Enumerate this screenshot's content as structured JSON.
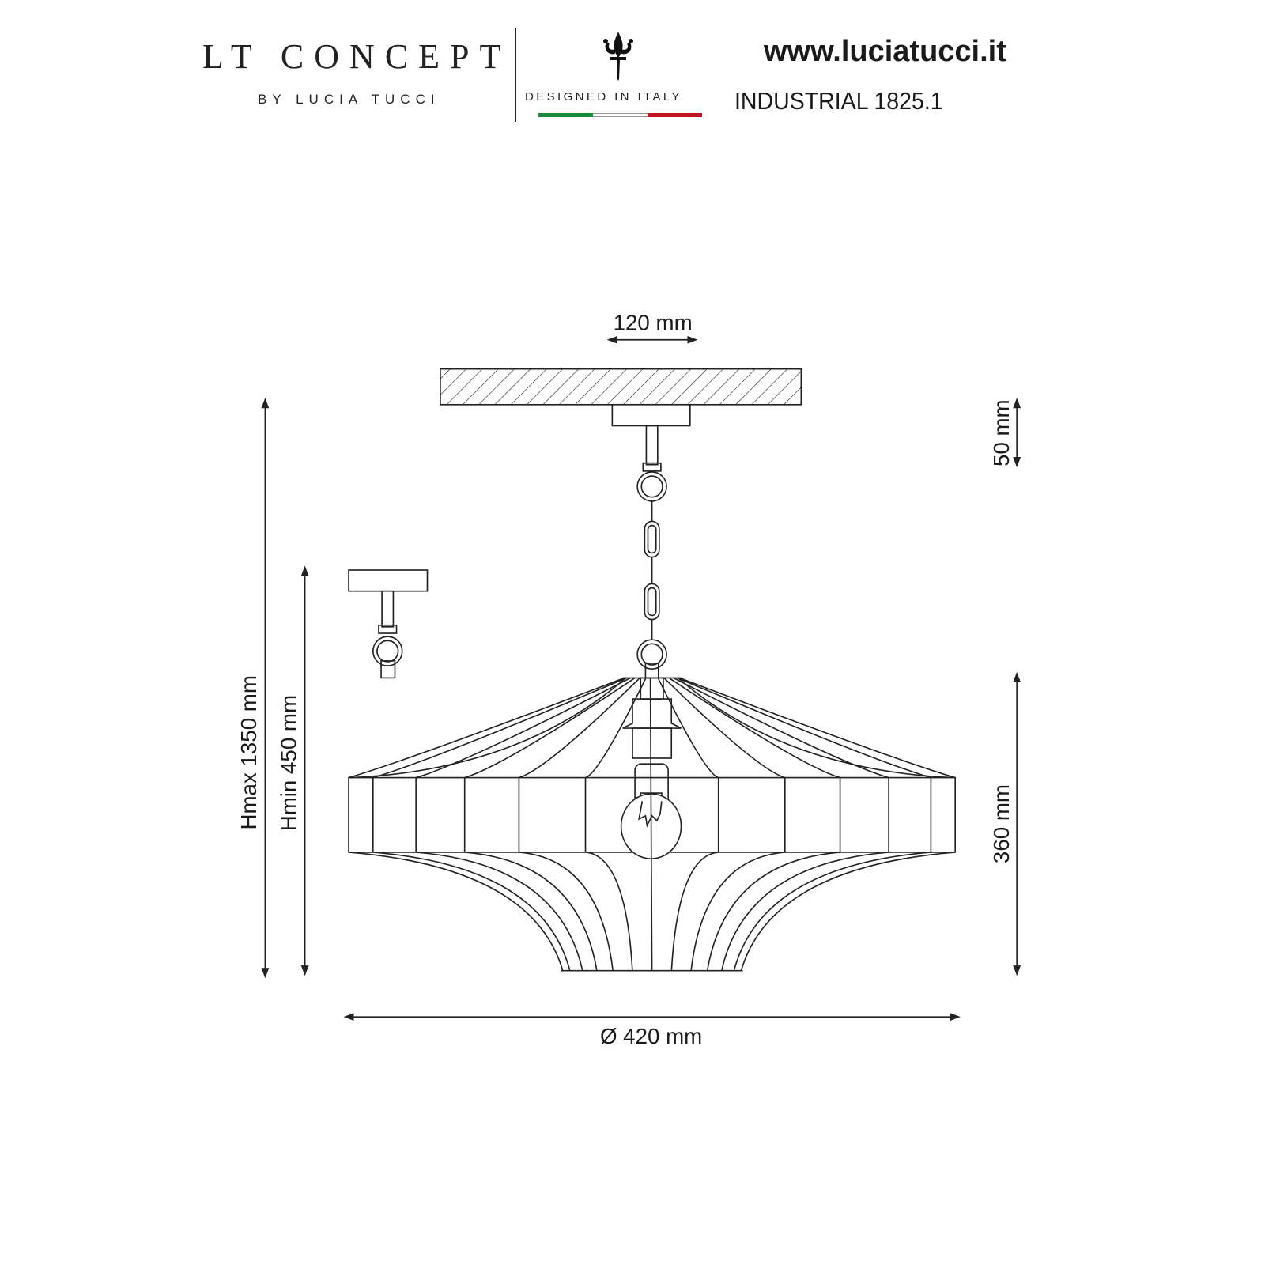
{
  "header": {
    "brand": "LT CONCEPT",
    "byline": "BY LUCIA TUCCI",
    "designed": "DESIGNED IN ITALY",
    "website": "www.luciatucci.it",
    "model": "INDUSTRIAL 1825.1",
    "logo_icon": "fleur-de-lis-icon",
    "flag_colors": [
      "#1a8a3a",
      "#ffffff",
      "#c0141c"
    ]
  },
  "dimensions": {
    "canopy_width": "120 mm",
    "canopy_height": "50 mm",
    "h_max": "Hmax 1350 mm",
    "h_min": "Hmin 450 mm",
    "shade_height": "360 mm",
    "diameter": "Ø 420 mm"
  }
}
